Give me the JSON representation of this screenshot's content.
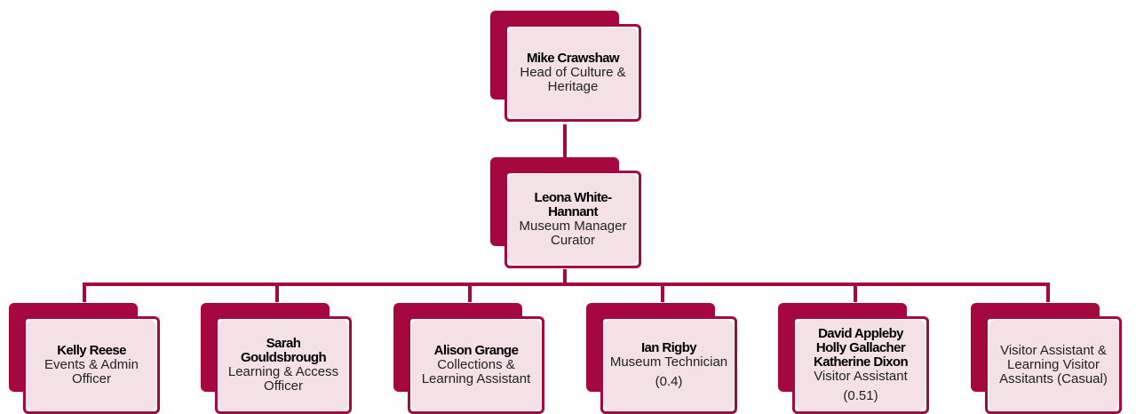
{
  "colors": {
    "accent": "#a5073f",
    "label_bg": "#f3e1e6"
  },
  "top": {
    "lines": [
      "Mike Crawshaw"
    ],
    "role": "Head of Culture & Heritage"
  },
  "manager": {
    "lines": [
      "Leona White-",
      "Hannant"
    ],
    "role": "Museum Manager Curator"
  },
  "staff": [
    {
      "lines": [
        "Kelly Reese"
      ],
      "role": "Events & Admin Officer",
      "extra": ""
    },
    {
      "lines": [
        "Sarah",
        "Gouldsbrough"
      ],
      "role": "Learning & Access Officer",
      "extra": ""
    },
    {
      "lines": [
        "Alison Grange"
      ],
      "role": "Collections & Learning Assistant",
      "extra": ""
    },
    {
      "lines": [
        "Ian Rigby"
      ],
      "role": "Museum Technician",
      "extra": "(0.4)"
    },
    {
      "lines": [
        "David Appleby",
        "Holly Gallacher",
        "Katherine Dixon"
      ],
      "role": "Visitor Assistant",
      "extra": "(0.51)"
    },
    {
      "lines": [],
      "role": "Visitor Assistant & Learning Visitor Assitants  (Casual)",
      "extra": ""
    }
  ]
}
